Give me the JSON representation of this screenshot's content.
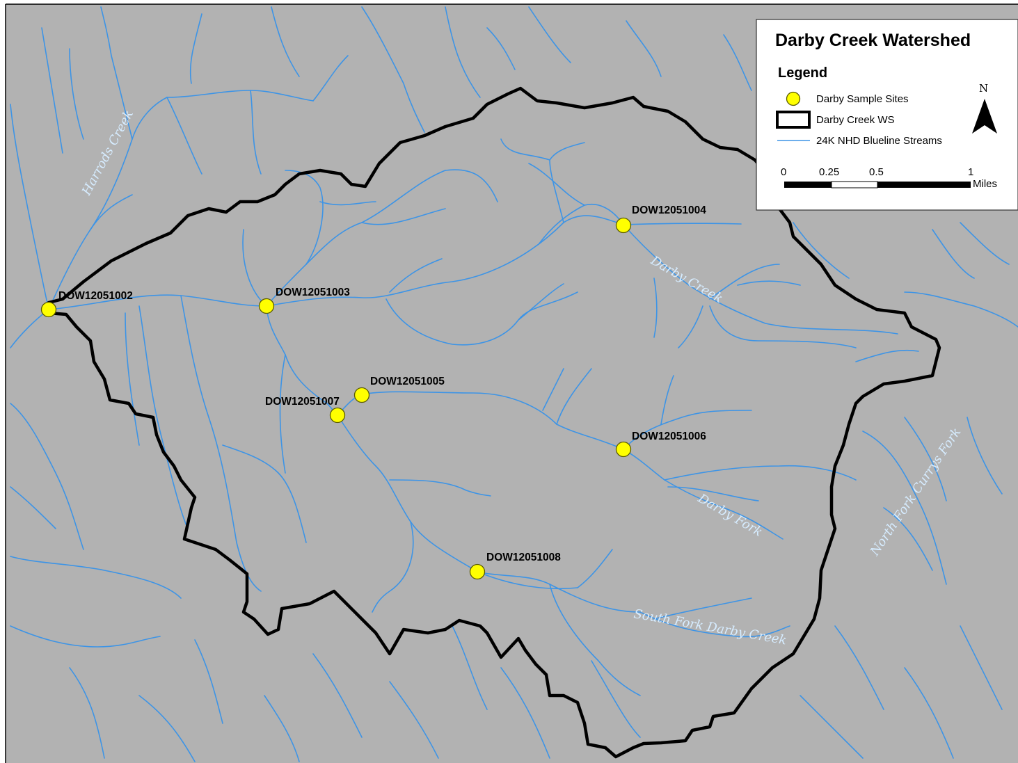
{
  "map": {
    "title": "Darby Creek Watershed",
    "background_color": "#b2b2b2",
    "stream_color": "#3d94e6",
    "site_color": "#ffff00",
    "boundary_color": "#000000"
  },
  "legend": {
    "heading": "Legend",
    "items": [
      {
        "label": "Darby Sample Sites",
        "symbol": "yellow-circle"
      },
      {
        "label": "Darby Creek WS",
        "symbol": "black-outline-rectangle"
      },
      {
        "label": "24K NHD Blueline Streams",
        "symbol": "blue-line"
      }
    ]
  },
  "scale_bar": {
    "ticks": [
      "0",
      "0.25",
      "0.5",
      "1"
    ],
    "unit": "Miles"
  },
  "north_arrow": {
    "label": "N"
  },
  "sample_sites": [
    {
      "id": "DOW12051002"
    },
    {
      "id": "DOW12051003"
    },
    {
      "id": "DOW12051004"
    },
    {
      "id": "DOW12051005"
    },
    {
      "id": "DOW12051006"
    },
    {
      "id": "DOW12051007"
    },
    {
      "id": "DOW12051008"
    }
  ],
  "stream_labels": [
    "Harrods Creek",
    "Darby Creek",
    "Darby Fork",
    "South Fork Darby Creek",
    "North Fork Currys Fork"
  ]
}
